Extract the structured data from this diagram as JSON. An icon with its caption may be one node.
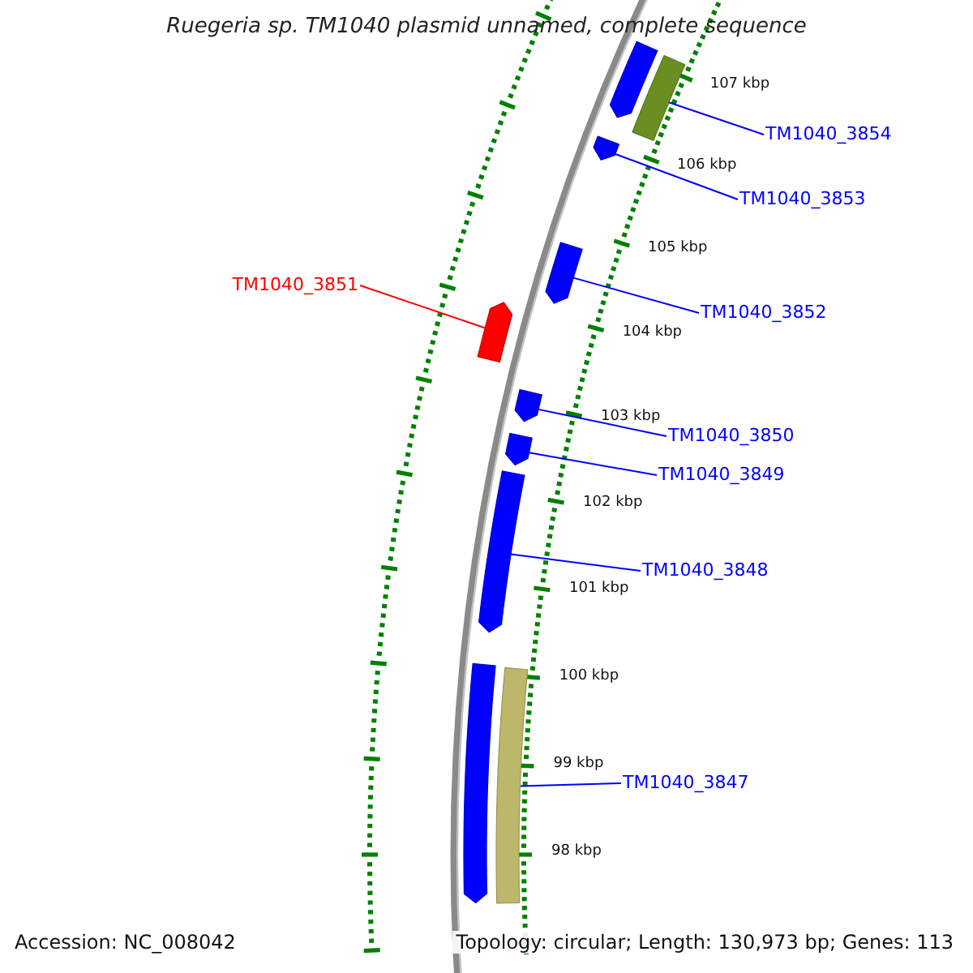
{
  "diagram": {
    "title": "Ruegeria sp. TM1040 plasmid unnamed, complete sequence",
    "nodes": [
      {
        "text": [
          "TM1040_3854"
        ]
      },
      {
        "text": [
          "TM1040_3853"
        ]
      },
      {
        "text": [
          "TM1040_3851"
        ]
      },
      {
        "text": [
          "TM1040_3852"
        ]
      },
      {
        "text": [
          "TM1040_3850"
        ]
      },
      {
        "text": [
          "TM1040_3849"
        ]
      },
      {
        "text": [
          "TM1040_3848"
        ]
      },
      {
        "text": [
          "TM1040_3847"
        ]
      },
      {
        "text": [],
        "shape": "bar"
      },
      {
        "text": [],
        "shape": "bar"
      },
      {
        "text": [],
        "shape": "bar"
      },
      {
        "text": [],
        "shape": "bar"
      },
      {
        "text": [],
        "shape": "bar"
      },
      {
        "text": [],
        "shape": "bar"
      },
      {
        "text": [],
        "shape": "bar"
      },
      {
        "text": [],
        "shape": "bar"
      },
      {
        "text": [],
        "shape": "bar"
      },
      {
        "text": [],
        "shape": "bar"
      }
    ],
    "edges": [
      {
        "from": 0,
        "to": 9,
        "arrow": "none"
      },
      {
        "from": 1,
        "to": 10,
        "arrow": "none"
      },
      {
        "from": 2,
        "to": 12,
        "arrow": "none",
        "color": "#ff0000"
      },
      {
        "from": 3,
        "to": 11,
        "arrow": "none"
      },
      {
        "from": 4,
        "to": 13,
        "arrow": "none"
      },
      {
        "from": 5,
        "to": 14,
        "arrow": "none"
      },
      {
        "from": 6,
        "to": 15,
        "arrow": "none"
      },
      {
        "from": 7,
        "to": 17,
        "arrow": "none"
      }
    ],
    "labels": [
      "107 kbp",
      "106 kbp",
      "105 kbp",
      "104 kbp",
      "103 kbp",
      "102 kbp",
      "101 kbp",
      "100 kbp",
      "99 kbp",
      "98 kbp",
      "Accession: NC_008042",
      "Topology: circular; Length: 130,973 bp; Genes: 113"
    ]
  }
}
